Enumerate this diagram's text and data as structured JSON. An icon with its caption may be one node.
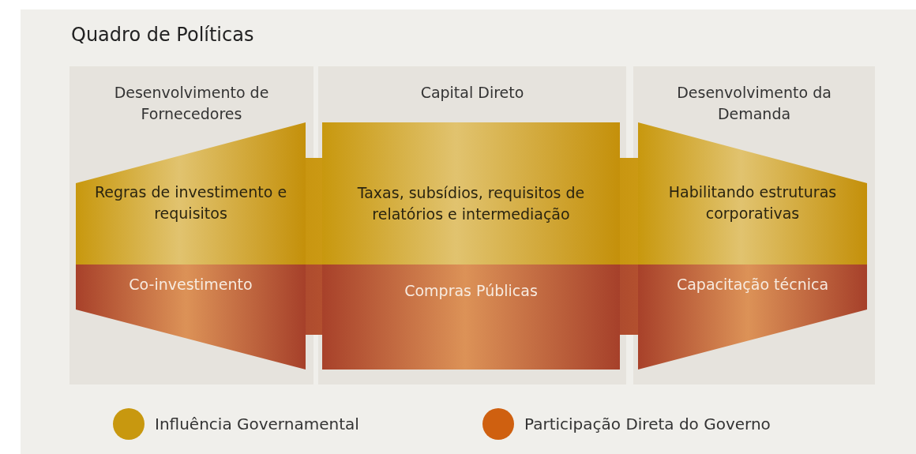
{
  "diagram": {
    "title": "Quadro de Políticas",
    "nodes": [
      {
        "text": [
          "Desenvolvimento de Fornecedores"
        ]
      },
      {
        "text": [
          "Regras de investimento e requisitos"
        ],
        "in": 0
      },
      {
        "text": [
          "Co-investimento"
        ],
        "in": 0
      },
      {
        "text": [
          "Capital Direto"
        ]
      },
      {
        "text": [
          "Taxas, subsídios, requisitos de relatórios e intermediação"
        ],
        "in": 3
      },
      {
        "text": [
          "Compras Públicas"
        ],
        "in": 3
      },
      {
        "text": [
          "Desenvolvimento da Demanda"
        ]
      },
      {
        "text": [
          "Habilitando estruturas corporativas"
        ],
        "in": 6
      },
      {
        "text": [
          "Capacitação técnica"
        ],
        "in": 6
      }
    ],
    "legend": [
      {
        "text": "Influência Governamental",
        "color": "#c8980f"
      },
      {
        "text": "Participação Direta do Governo",
        "color": "#cf6010"
      }
    ]
  }
}
